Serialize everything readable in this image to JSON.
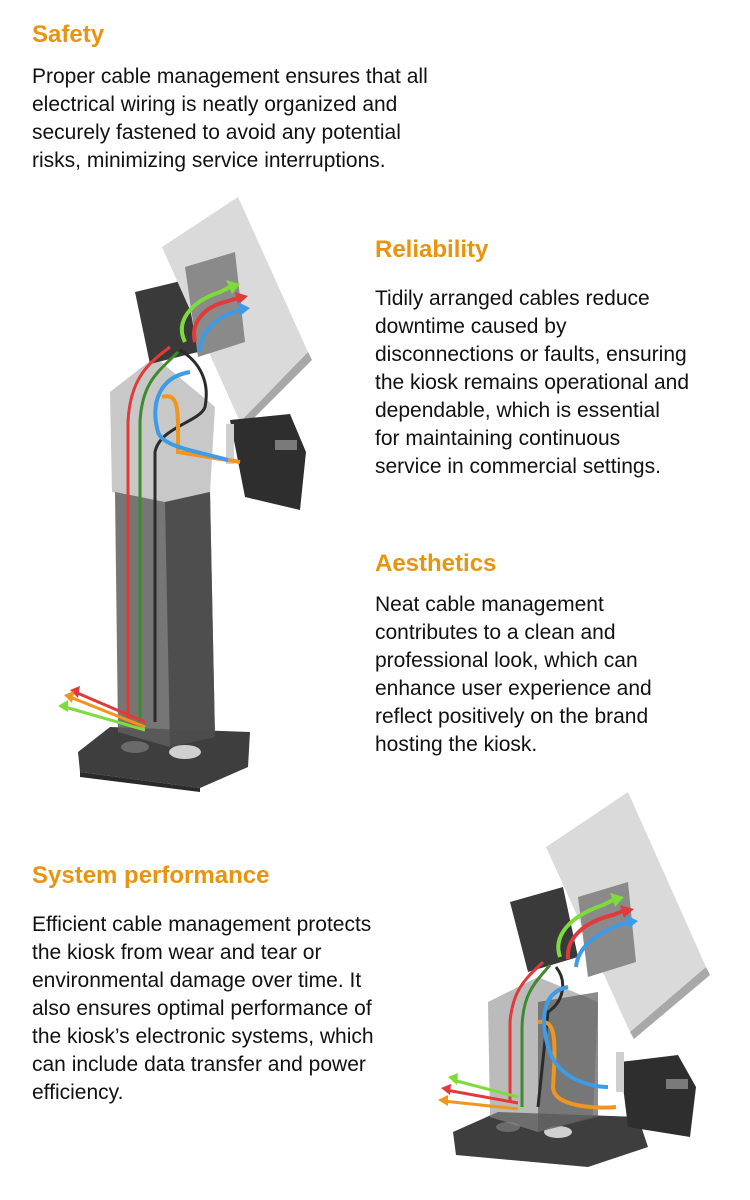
{
  "sections": {
    "safety": {
      "title": "Safety",
      "lines": [
        "Proper cable management ensures that all",
        "electrical wiring is neatly organized and",
        "securely fastened to avoid any potential",
        "risks, minimizing service interruptions."
      ]
    },
    "reliability": {
      "title": "Reliability",
      "lines": [
        "Tidily arranged cables reduce",
        "downtime caused by",
        "disconnections or faults, ensuring",
        "the kiosk remains operational and",
        "dependable, which is essential",
        "for maintaining continuous",
        "service in commercial settings."
      ]
    },
    "aesthetics": {
      "title": "Aesthetics",
      "lines": [
        "Neat cable management",
        "contributes to a clean and",
        "professional look, which can",
        "enhance user experience and",
        "reflect positively on the brand",
        "hosting the kiosk."
      ]
    },
    "performance": {
      "title": "System performance",
      "lines": [
        "Efficient cable management protects",
        "the kiosk from wear and tear or",
        "environmental damage over time. It",
        "also ensures optimal performance of",
        "the kiosk’s electronic systems, which",
        "can include data transfer and power",
        "efficiency."
      ]
    }
  },
  "colors": {
    "heading": "#e8940f",
    "text": "#111111",
    "cable_green": "#7ddc3c",
    "cable_red": "#e23a3a",
    "cable_blue": "#3d9be8",
    "cable_orange": "#f0951e"
  },
  "figures": {
    "kiosk_1": {
      "icon": "kiosk-cable-diagram"
    },
    "kiosk_2": {
      "icon": "kiosk-cable-diagram"
    }
  }
}
